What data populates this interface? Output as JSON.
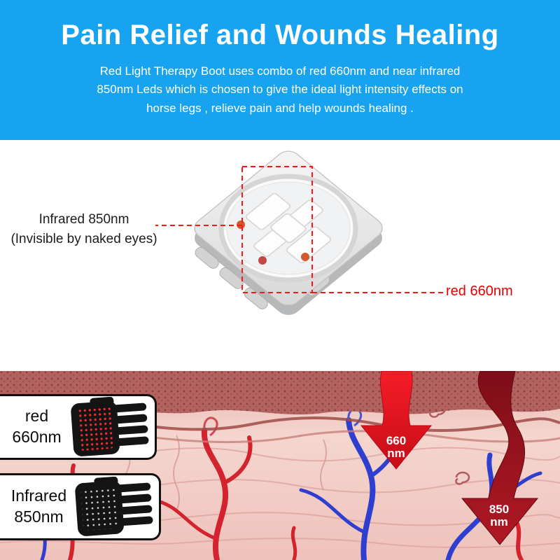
{
  "colors": {
    "hero_blue": "#17a3ef",
    "annotation_red": "#ff1515",
    "label_red": "#e60000",
    "arrow_660_red": "#e8141f",
    "arrow_850_dark_red": "#8f111c",
    "vessel_red": "#d2232e",
    "vessel_blue": "#2e3ecf",
    "epidermis_red": "#b4625f",
    "tissue_pink": "#f2d1ca",
    "boot_black": "#141414"
  },
  "hero": {
    "title": "Pain Relief and Wounds Healing",
    "description": "Red Light Therapy Boot uses combo of red 660nm and near infrared 850nm Leds which is chosen to give the ideal light intensity effects on horse legs , relieve pain and help wounds healing ."
  },
  "chip": {
    "infrared_label": "Infrared 850nm",
    "infrared_note": "(Invisible by naked eyes)",
    "red_label": "red 660nm"
  },
  "tissue": {
    "legend_red": {
      "line1": "red",
      "line2": "660nm"
    },
    "legend_infrared": {
      "line1": "Infrared",
      "line2": "850nm"
    },
    "arrow_660": {
      "line1": "660",
      "line2": "nm"
    },
    "arrow_850": {
      "line1": "850",
      "line2": "nm"
    }
  }
}
